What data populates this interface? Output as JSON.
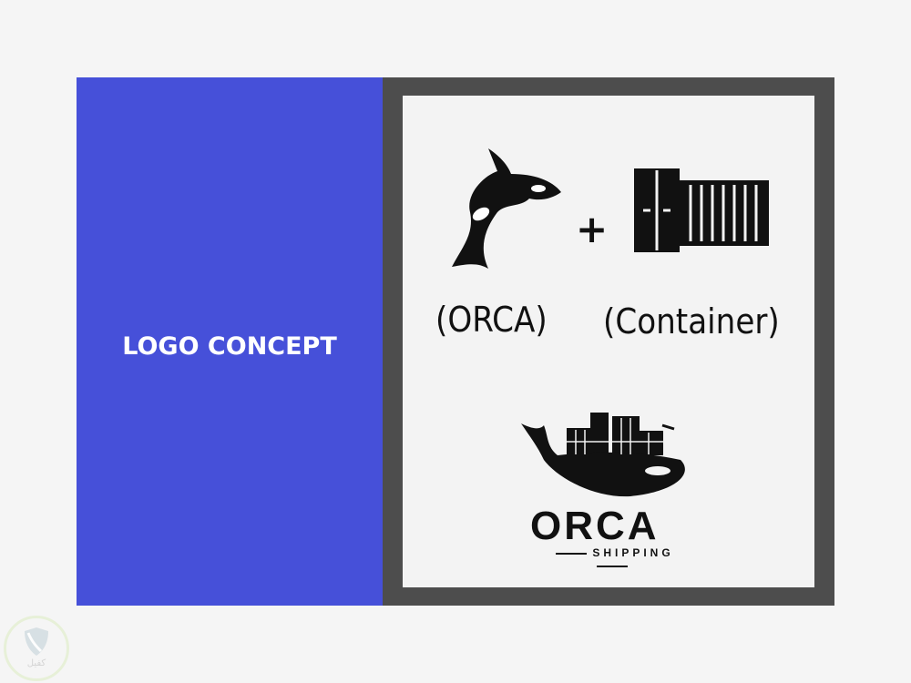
{
  "title": "LOGO CONCEPT",
  "concept": {
    "left_label": "(ORCA)",
    "operator": "+",
    "right_label": "(Container)"
  },
  "result_logo": {
    "name": "ORCA",
    "tagline": "SHIPPING"
  },
  "watermark": {
    "text": "كفيل"
  }
}
